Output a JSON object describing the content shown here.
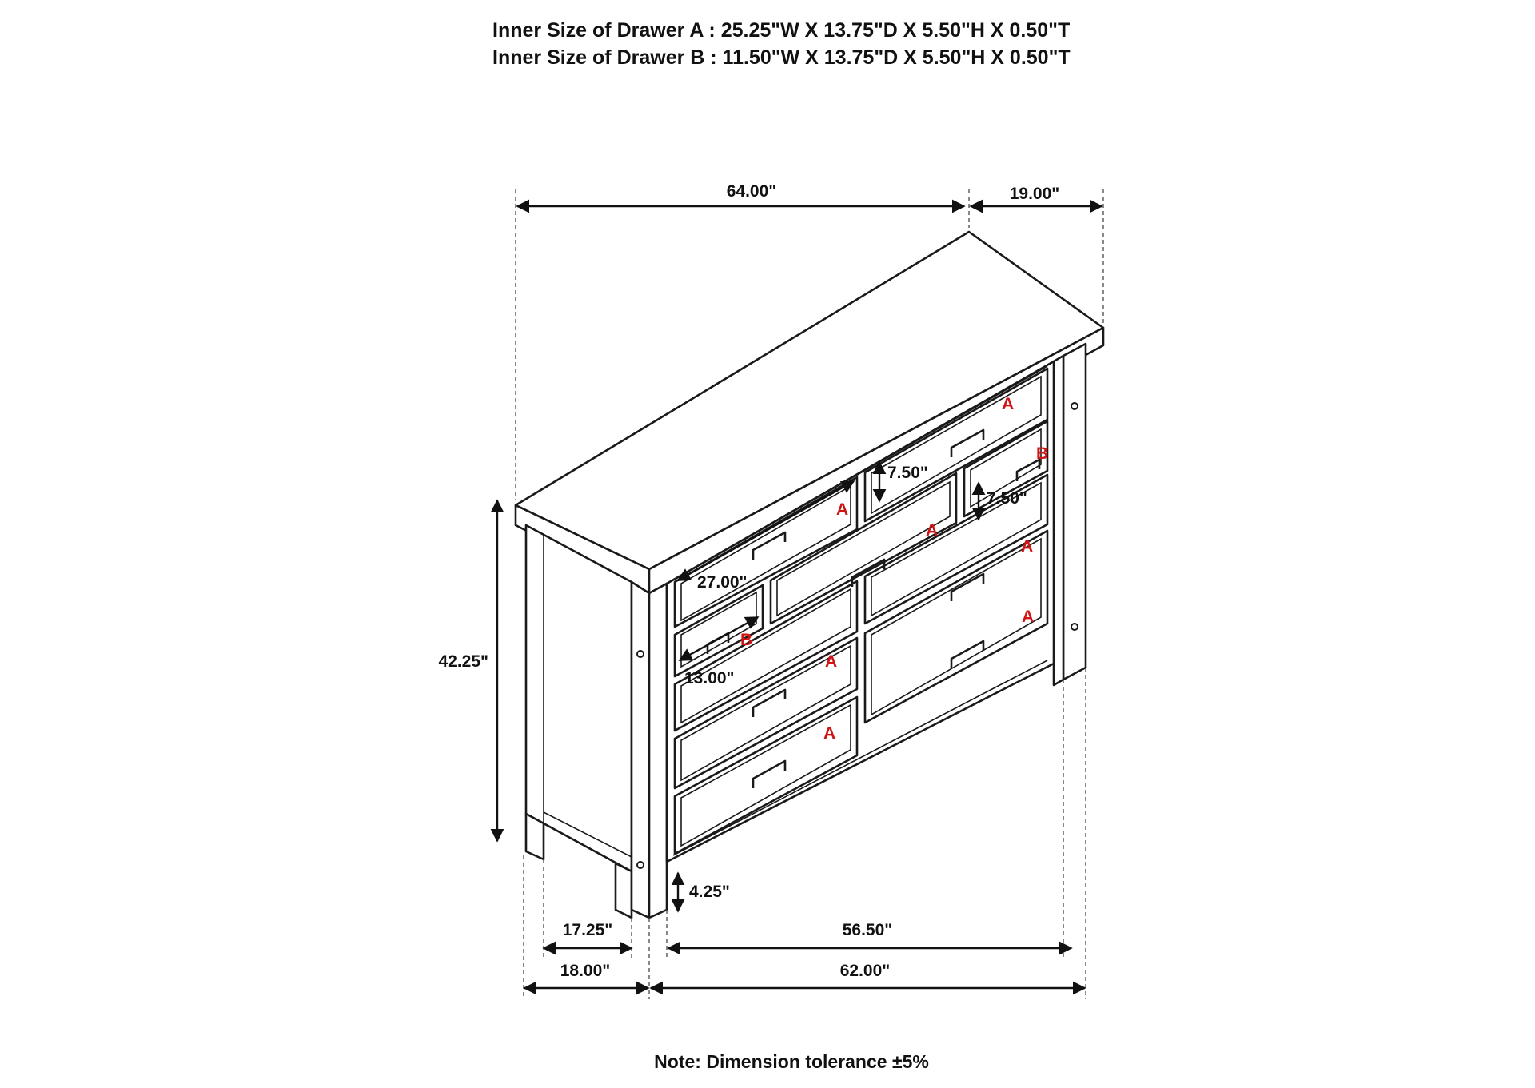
{
  "header": {
    "drawer_a": "Inner Size of Drawer A : 25.25\"W X 13.75\"D X 5.50\"H X  0.50\"T",
    "drawer_b": "Inner Size of Drawer B : 11.50\"W X 13.75\"D X 5.50\"H X  0.50\"T"
  },
  "dimensions": {
    "top_width": "64.00\"",
    "top_depth": "19.00\"",
    "total_height": "42.25\"",
    "drawer_height_top": "7.50\"",
    "drawer_height_small": "7.50\"",
    "drawer_width_large": "27.00\"",
    "drawer_width_small": "13.00\"",
    "leg_height": "4.25\"",
    "inner_depth": "17.25\"",
    "outer_depth": "18.00\"",
    "inner_width": "56.50\"",
    "outer_width": "62.00\""
  },
  "drawer_labels": {
    "a": "A",
    "b": "B"
  },
  "note": "Note: Dimension tolerance ±5%",
  "colors": {
    "line": "#1a1a1a",
    "label": "#d01414",
    "background": "#ffffff"
  }
}
